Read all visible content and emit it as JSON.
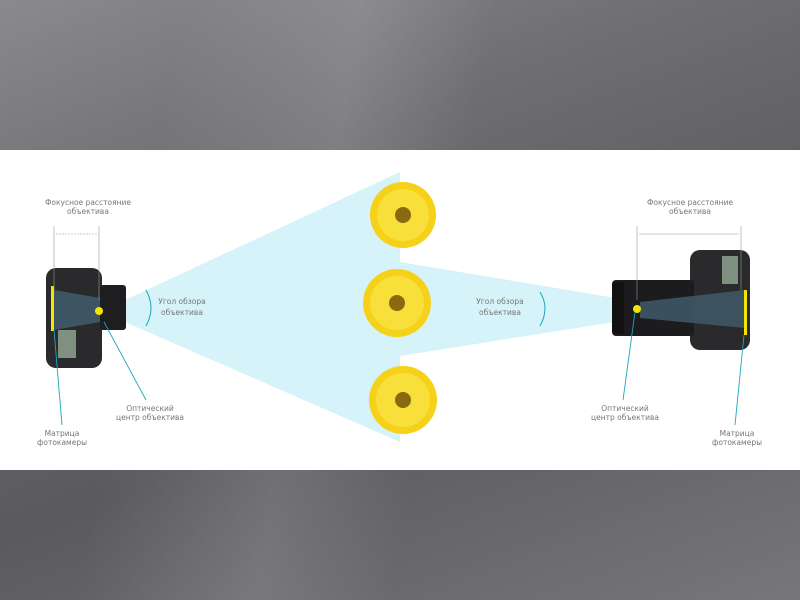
{
  "diagram": {
    "left": {
      "focal_length_label": [
        "Фокусное расстояние",
        "объектива"
      ],
      "angle_label": [
        "Угол обзора",
        "объектива"
      ],
      "optical_center_label": [
        "Оптический",
        "центр объектива"
      ],
      "sensor_label": [
        "Матрица",
        "фотокамеры"
      ]
    },
    "right": {
      "focal_length_label": [
        "Фокусное расстояние",
        "объектива"
      ],
      "angle_label": [
        "Угол обзора",
        "объектива"
      ],
      "optical_center_label": [
        "Оптический",
        "центр объектива"
      ],
      "sensor_label": [
        "Матрица",
        "фотокамеры"
      ]
    },
    "colors": {
      "cone": "#d6f3f9",
      "pointer": "#1aa6c0",
      "sensor": "#f2e600",
      "flower": "#f5d11a"
    }
  }
}
